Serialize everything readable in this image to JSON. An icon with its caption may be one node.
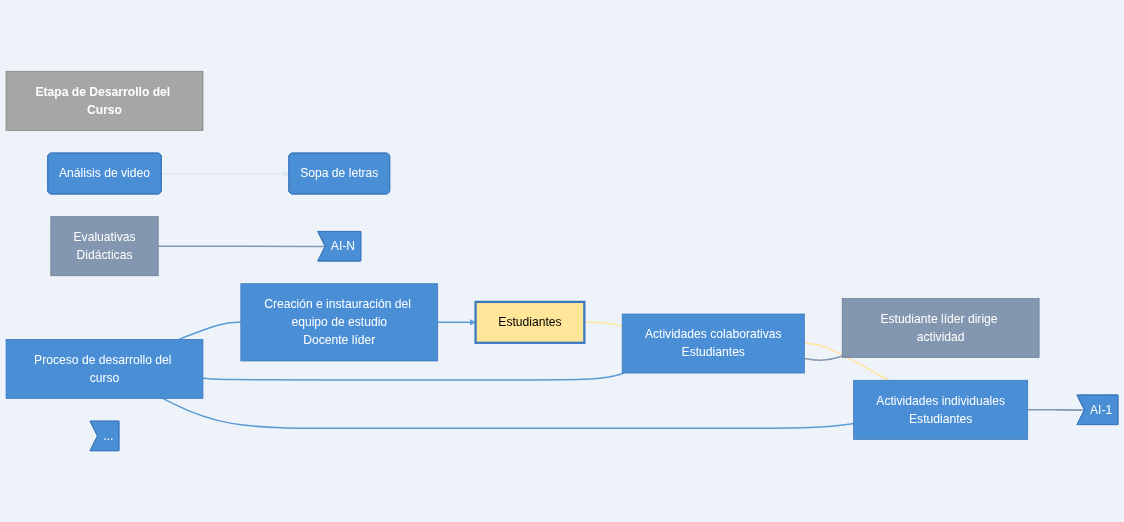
{
  "diagram": {
    "nodes": [
      {
        "text": [
          "Etapa de Desarrollo del Curso"
        ]
      },
      {
        "text": [
          "Proceso de desarrollo del curso"
        ]
      },
      {
        "text": [
          "Creación e instauración del equipo de estudio",
          "Docente líder"
        ]
      },
      {
        "text": [
          "Estudiantes"
        ]
      },
      {
        "text": [
          "Evaluativas",
          "Didácticas"
        ]
      },
      {
        "text": [
          "Actividades colaborativas",
          "Estudiantes"
        ]
      },
      {
        "text": [
          "Sopa de letras"
        ]
      },
      {
        "text": [
          "Estudiante líder dirige actividad"
        ]
      },
      {
        "text": [
          "Análisis de video"
        ]
      },
      {
        "text": [
          "Actividades individuales",
          "Estudiantes"
        ]
      },
      {
        "text": [
          "AI-1"
        ]
      },
      {
        "text": [
          "..."
        ]
      },
      {
        "text": [
          "AI-N"
        ]
      }
    ],
    "edges": [
      {
        "from": 1,
        "to": 2,
        "arrow": "none"
      },
      {
        "from": 1,
        "to": 5,
        "arrow": "none"
      },
      {
        "from": 1,
        "to": 9,
        "arrow": "none"
      },
      {
        "from": 2,
        "to": 3,
        "arrow": "to"
      },
      {
        "from": 3,
        "to": 5,
        "arrow": "none",
        "color": "#ffe699"
      },
      {
        "from": 5,
        "to": 9,
        "arrow": "none",
        "color": "#ffe699"
      },
      {
        "from": 5,
        "to": 7,
        "arrow": "none",
        "color": "#8497b0"
      },
      {
        "from": 8,
        "to": 6,
        "arrow": "to",
        "color": "#dce6f2"
      },
      {
        "from": 9,
        "to": 10,
        "arrow": "none",
        "color": "#8497b0"
      },
      {
        "from": 4,
        "to": 12,
        "arrow": "none",
        "color": "#8497b0"
      }
    ]
  }
}
